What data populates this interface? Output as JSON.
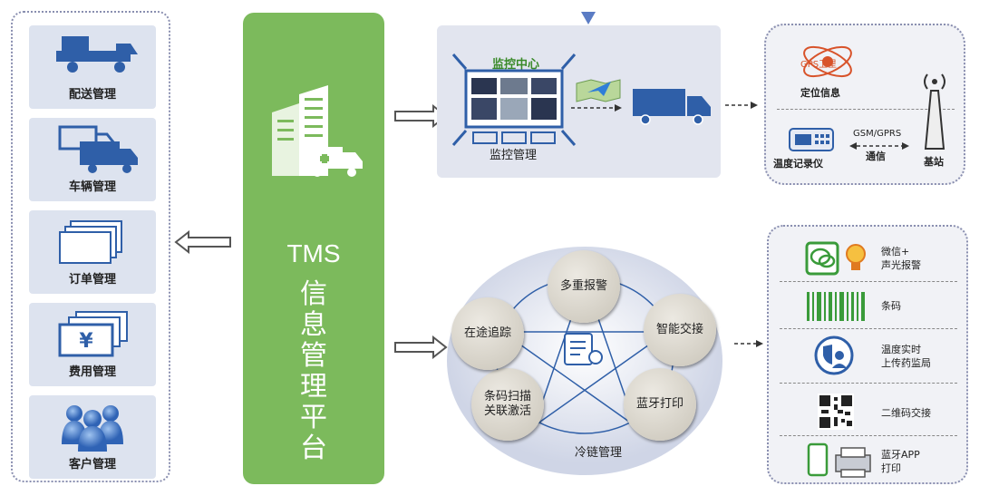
{
  "left_items": [
    "配送管理",
    "车辆管理",
    "订单管理",
    "费用管理",
    "客户管理"
  ],
  "center": {
    "tms": "TMS",
    "vertical_title": [
      "信",
      "息",
      "管",
      "理",
      "平",
      "台"
    ]
  },
  "monitor": {
    "top_label": "监控中心",
    "bottom_label": "监控管理"
  },
  "right_top": {
    "gps_badge": "GPS卫星",
    "location_label": "定位信息",
    "network_label": "GSM/GPRS",
    "comm_label": "通信",
    "recorder_label": "温度记录仪",
    "station_label": "基站"
  },
  "cold_chain": {
    "title": "冷链管理",
    "nodes": [
      "多重报警",
      "智能交接",
      "蓝牙打印",
      "条码扫描关联激活",
      "在途追踪"
    ],
    "node_lines": [
      [
        "多重报警"
      ],
      [
        "智能交接"
      ],
      [
        "蓝牙打印"
      ],
      [
        "条码扫描",
        "关联激活"
      ],
      [
        "在途追踪"
      ]
    ]
  },
  "right_bottom": [
    {
      "lines": [
        "微信+",
        "声光报警"
      ]
    },
    {
      "lines": [
        "条码"
      ]
    },
    {
      "lines": [
        "温度实时",
        "上传药监局"
      ]
    },
    {
      "lines": [
        "二维码交接"
      ]
    },
    {
      "lines": [
        "蓝牙APP",
        "打印"
      ]
    }
  ],
  "colors": {
    "green": "#7cba5c",
    "blue_icon": "#2f5fa8",
    "panel": "#dde3ef"
  }
}
